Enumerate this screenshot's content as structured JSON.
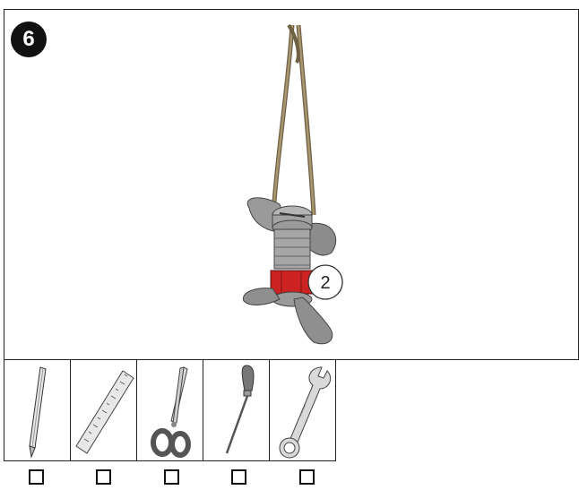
{
  "step": {
    "number": "6"
  },
  "callout": {
    "label": "2"
  },
  "tools": [
    {
      "name": "pencil",
      "icon": "pencil-icon"
    },
    {
      "name": "ruler",
      "icon": "ruler-icon"
    },
    {
      "name": "scissors",
      "icon": "scissors-icon"
    },
    {
      "name": "screwdriver",
      "icon": "screwdriver-icon"
    },
    {
      "name": "wrench",
      "icon": "wrench-icon"
    }
  ],
  "colors": {
    "accent_band": "#cc2222",
    "metal": "#9a9a9a",
    "rope": "#8b7a5a"
  }
}
